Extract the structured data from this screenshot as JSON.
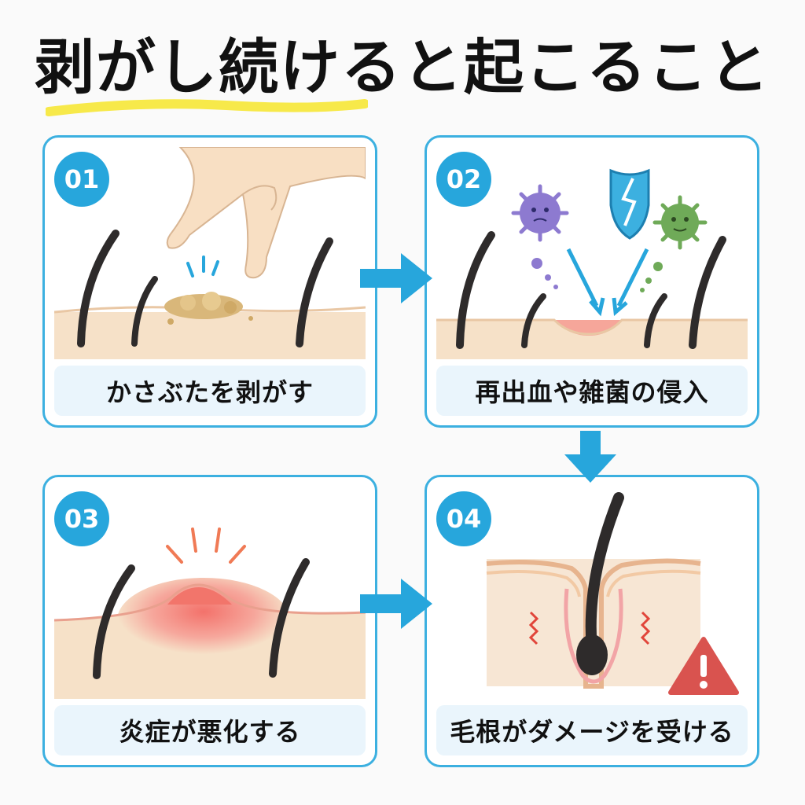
{
  "title": "剥がし続けると起こること",
  "steps": [
    {
      "number": "01",
      "caption": "かさぶたを剥がす"
    },
    {
      "number": "02",
      "caption": "再出血や雑菌の侵入"
    },
    {
      "number": "03",
      "caption": "炎症が悪化する"
    },
    {
      "number": "04",
      "caption": "毛根がダメージを受ける"
    }
  ],
  "colors": {
    "accent_blue": "#27a6dc",
    "border_blue": "#3cb0e0",
    "caption_bg": "#eaf5fc",
    "highlight_yellow": "#f7e94a",
    "skin": "#f6e1c8",
    "inflammation": "#f07a72",
    "warning_red": "#d9534f"
  }
}
